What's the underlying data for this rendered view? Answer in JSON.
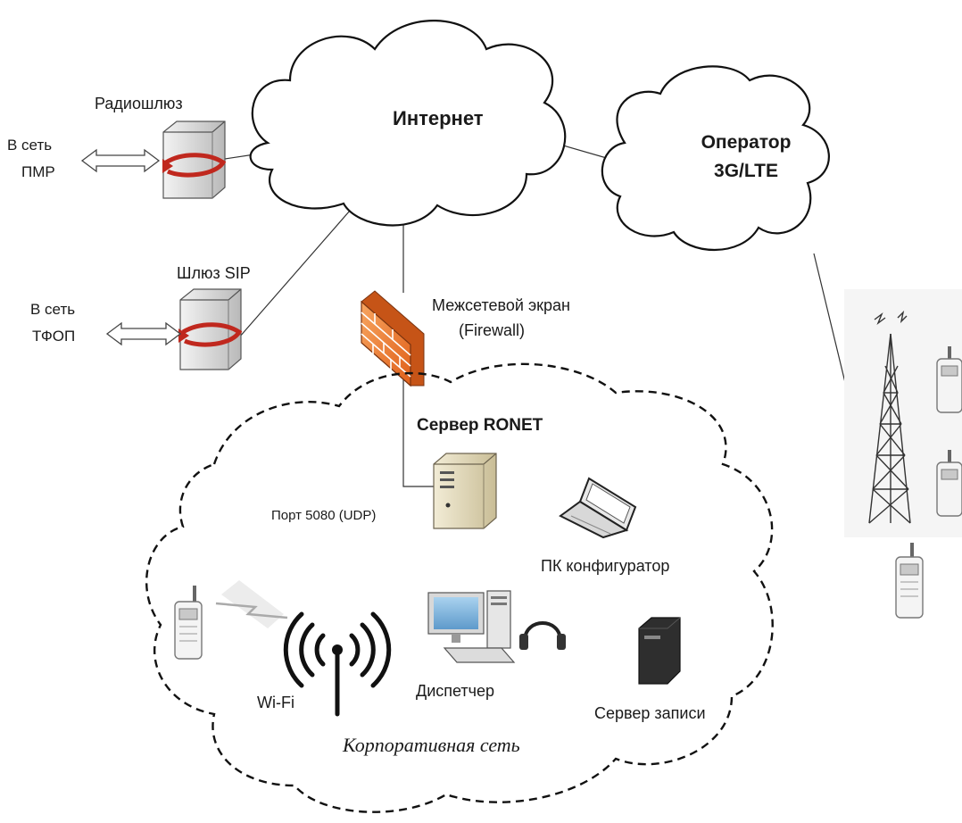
{
  "clouds": {
    "internet": "Интернет",
    "operator_line1": "Оператор",
    "operator_line2": "3G/LTE"
  },
  "gateways": {
    "radio_gateway": "Радиошлюз",
    "pmr_line1": "В сеть",
    "pmr_line2": "ПМР",
    "sip_gateway": "Шлюз SIP",
    "pstn_line1": "В сеть",
    "pstn_line2": "ТФОП"
  },
  "firewall": {
    "line1": "Межсетевой экран",
    "line2": "(Firewall)"
  },
  "corporate": {
    "server": "Сервер RONET",
    "port": "Порт 5080 (UDP)",
    "pc_configurator": "ПК конфигуратор",
    "dispatcher": "Диспетчер",
    "recording_server": "Сервер записи",
    "wifi": "Wi-Fi",
    "network_label": "Корпоративная сеть"
  },
  "colors": {
    "firewall_orange": "#f07a2a",
    "gateway_arrow_red": "#c0281e",
    "server_beige": "#e8dfc4",
    "monitor_screen": "#7fb3d9"
  }
}
